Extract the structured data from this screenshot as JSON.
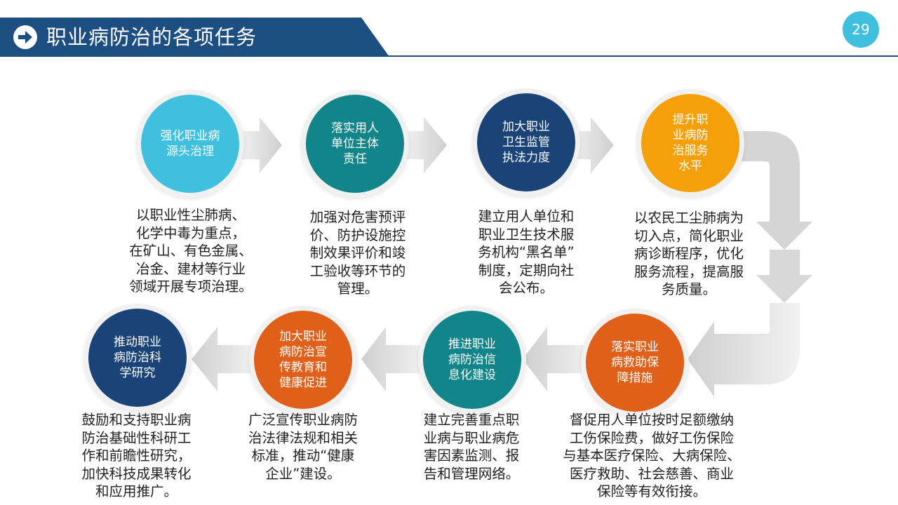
{
  "header": {
    "title": "职业病防治的各项任务",
    "page_number": "29",
    "icon": "arrow-right-circle-icon"
  },
  "colors": {
    "header_bg": "#1d4e82",
    "page_badge": "#3fc0de",
    "light_blue": "#3fc0de",
    "teal": "#12858a",
    "navy": "#1a4478",
    "orange": "#f5a00a",
    "dark_orange": "#e0601a",
    "arrow_gray": "#d5d5d5"
  },
  "tasks": [
    {
      "title": "强化职业病\n源头治理",
      "desc": "以职业性尘肺病、\n化学中毒为重点，\n在矿山、有色金属、\n冶金、建材等行业\n领域开展专项治理。"
    },
    {
      "title": "落实用人\n单位主体\n责任",
      "desc": "加强对危害预评\n价、防护设施控\n制效果评价和竣\n工验收等环节的\n管理。"
    },
    {
      "title": "加大职业\n卫生监管\n执法力度",
      "desc": "建立用人单位和\n职业卫生技术服\n务机构“黑名单”\n制度，定期向社\n会公布。"
    },
    {
      "title": "提升职\n业病防\n治服务\n水平",
      "desc": "以农民工尘肺病为\n切入点，简化职业\n病诊断程序，优化\n服务流程，提高服\n务质量。"
    },
    {
      "title": "落实职业\n病救助保\n障措施",
      "desc": "督促用人单位按时足额缴纳\n工伤保险费，做好工伤保险\n与基本医疗保险、大病保险、\n医疗救助、社会慈善、商业\n保险等有效衔接。"
    },
    {
      "title": "推进职业\n病防治信\n息化建设",
      "desc": "建立完善重点职\n业病与职业病危\n害因素监测、报\n告和管理网络。"
    },
    {
      "title": "加大职业\n病防治宣\n传教育和\n健康促进",
      "desc": "广泛宣传职业病防\n治法律法规和相关\n标准，推动“健康\n企业”建设。"
    },
    {
      "title": "推动职业\n病防治科\n学研究",
      "desc": "鼓励和支持职业病\n防治基础性科研工\n作和前瞻性研究，\n加快科技成果转化\n和应用推广。"
    }
  ]
}
